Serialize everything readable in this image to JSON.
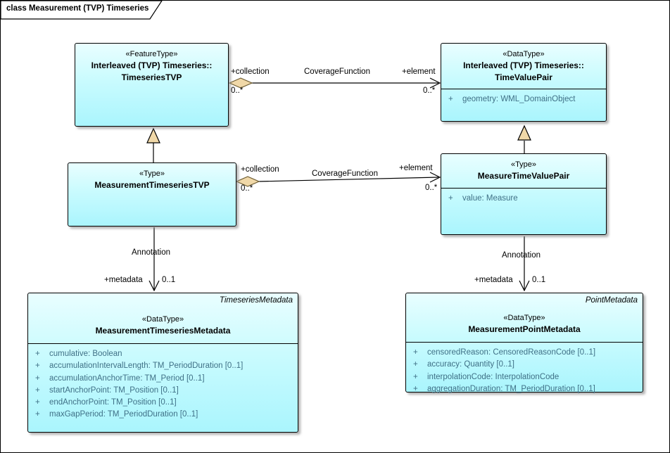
{
  "frame": {
    "title": "class Measurement (TVP) Timeseries"
  },
  "colors": {
    "box_fill_top": "#e9feff",
    "box_fill_bottom": "#aaf5fd",
    "box_border": "#000000",
    "attribute_text": "#3f7086",
    "aggregation_diamond_fill": "#f0d8a8",
    "generalization_triangle_fill": "#f0d8a8",
    "background": "#ffffff"
  },
  "classes": [
    {
      "stereotype": "«FeatureType»",
      "name_line1": "Interleaved (TVP) Timeseries::",
      "name_line2": "TimeseriesTVP",
      "attributes": []
    },
    {
      "stereotype": "«DataType»",
      "name_line1": "Interleaved (TVP) Timeseries::",
      "name_line2": "TimeValuePair",
      "attributes": [
        {
          "vis": "+",
          "text": "geometry: WML_DomainObject"
        }
      ]
    },
    {
      "stereotype": "«Type»",
      "name_line1": "MeasurementTimeseriesTVP",
      "attributes": []
    },
    {
      "stereotype": "«Type»",
      "name_line1": "MeasureTimeValuePair",
      "attributes": [
        {
          "vis": "+",
          "text": "value: Measure"
        }
      ]
    },
    {
      "corner_label": "TimeseriesMetadata",
      "stereotype": "«DataType»",
      "name_line1": "MeasurementTimeseriesMetadata",
      "attributes": [
        {
          "vis": "+",
          "text": "cumulative: Boolean"
        },
        {
          "vis": "+",
          "text": "accumulationIntervalLength: TM_PeriodDuration [0..1]"
        },
        {
          "vis": "+",
          "text": "accumulationAnchorTime: TM_Period [0..1]"
        },
        {
          "vis": "+",
          "text": "startAnchorPoint: TM_Position [0..1]"
        },
        {
          "vis": "+",
          "text": "endAnchorPoint: TM_Position [0..1]"
        },
        {
          "vis": "+",
          "text": "maxGapPeriod: TM_PeriodDuration [0..1]"
        }
      ]
    },
    {
      "corner_label": "PointMetadata",
      "stereotype": "«DataType»",
      "name_line1": "MeasurementPointMetadata",
      "attributes": [
        {
          "vis": "+",
          "text": "censoredReason: CensoredReasonCode [0..1]"
        },
        {
          "vis": "+",
          "text": "accuracy: Quantity [0..1]"
        },
        {
          "vis": "+",
          "text": "interpolationCode: InterpolationCode"
        },
        {
          "vis": "+",
          "text": "aggregationDuration: TM_PeriodDuration [0..1]"
        }
      ]
    }
  ],
  "connectors": {
    "assoc_top": {
      "name": "CoverageFunction",
      "source_role": "+collection",
      "source_mult": "0..*",
      "target_role": "+element",
      "target_mult": "0..*"
    },
    "assoc_mid": {
      "name": "CoverageFunction",
      "source_role": "+collection",
      "source_mult": "0..*",
      "target_role": "+element",
      "target_mult": "0..*"
    },
    "anno_left": {
      "name": "Annotation",
      "target_role": "+metadata",
      "target_mult": "0..1"
    },
    "anno_right": {
      "name": "Annotation",
      "target_role": "+metadata",
      "target_mult": "0..1"
    }
  }
}
